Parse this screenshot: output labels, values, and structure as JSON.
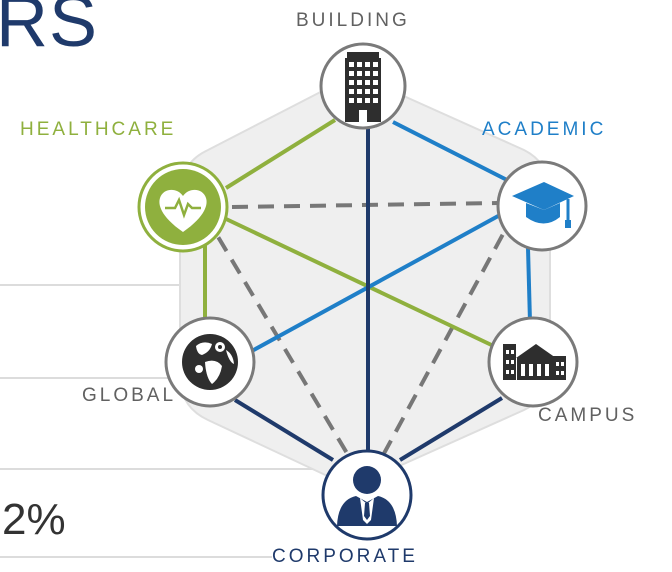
{
  "fragments": {
    "title": "RS",
    "percent": "2%"
  },
  "nodes": {
    "building": {
      "label": "BUILDING",
      "color": "#616161",
      "ring": "#7a7a7a",
      "icon": "building-icon"
    },
    "healthcare": {
      "label": "HEALTHCARE",
      "color": "#8fb03e",
      "ring": "#8fb03e",
      "icon": "heart-pulse-icon"
    },
    "academic": {
      "label": "ACADEMIC",
      "color": "#1f7fc8",
      "ring": "#7a7a7a",
      "icon": "graduation-cap-icon"
    },
    "global": {
      "label": "GLOBAL",
      "color": "#616161",
      "ring": "#7a7a7a",
      "icon": "globe-icon"
    },
    "campus": {
      "label": "CAMPUS",
      "color": "#616161",
      "ring": "#7a7a7a",
      "icon": "campus-icon"
    },
    "corporate": {
      "label": "CORPORATE",
      "color": "#1f3a6b",
      "ring": "#1f3a6b",
      "icon": "businessman-icon"
    }
  },
  "colors": {
    "navy": "#1f3a6b",
    "green": "#8fb03e",
    "blue": "#1f7fc8",
    "dash": "#777777",
    "hex_fill": "#efefef",
    "hex_stroke": "#dedede",
    "icon_dark": "#2e2e2e"
  }
}
